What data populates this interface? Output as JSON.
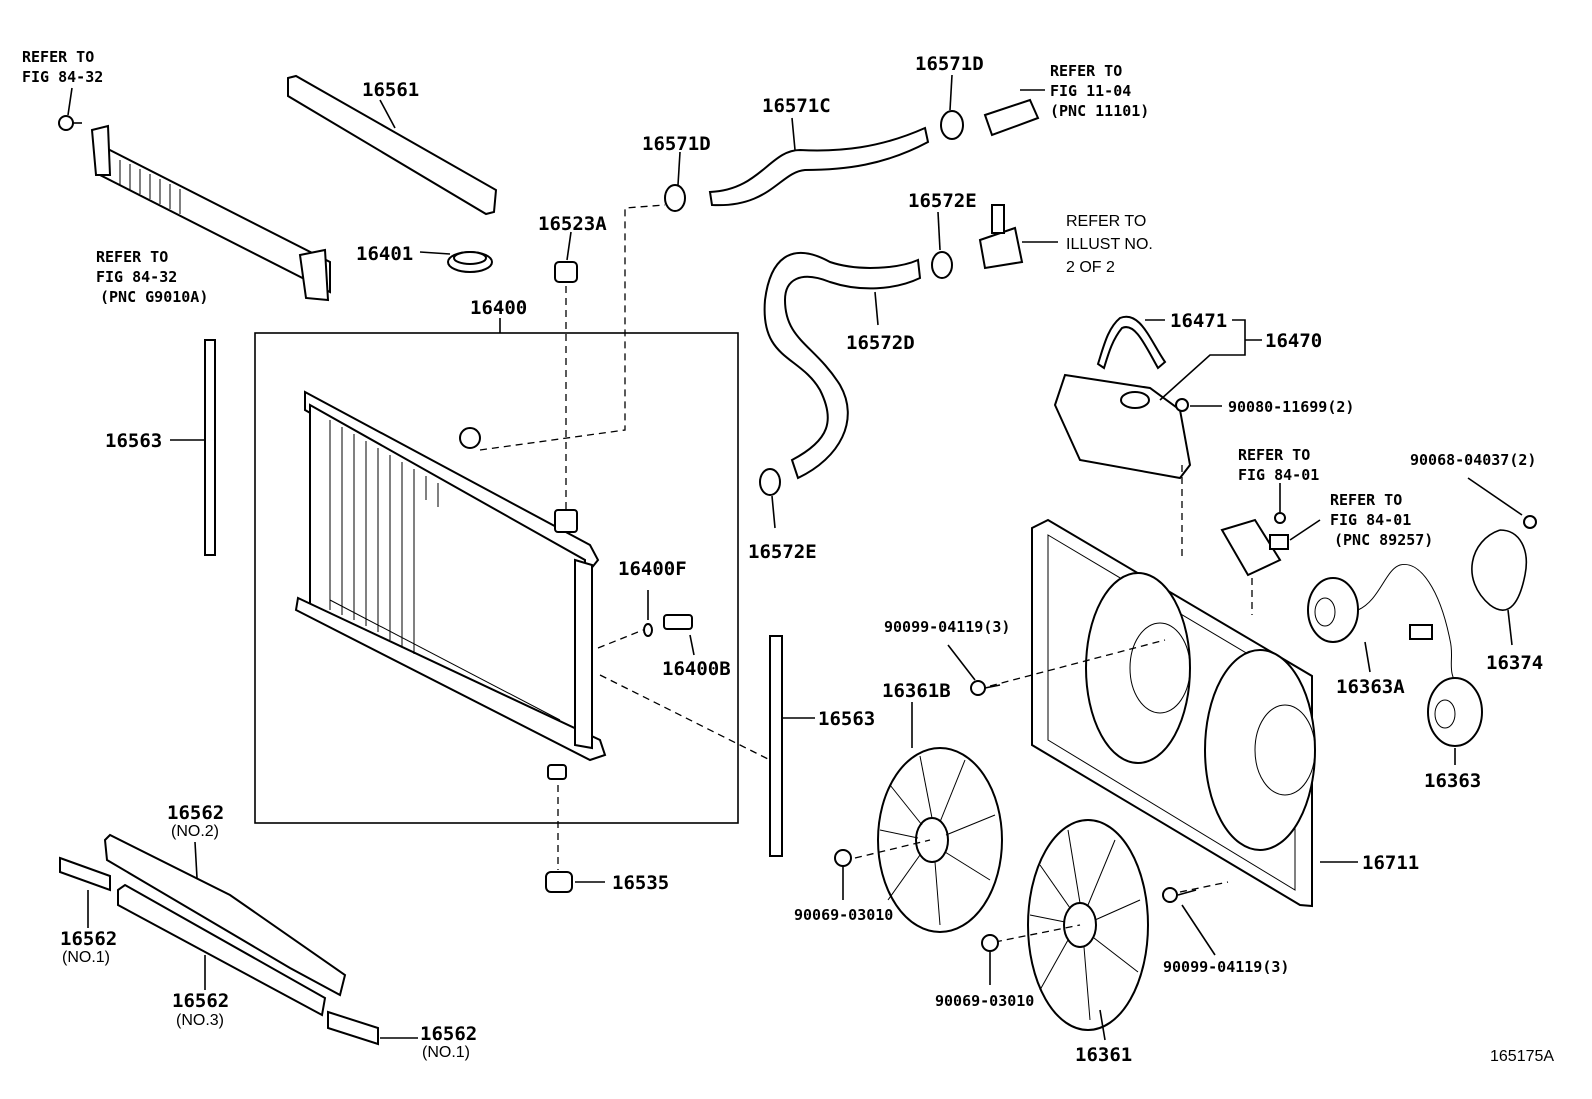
{
  "diagram_id": "165175A",
  "labels": {
    "p16561": "16561",
    "p16401": "16401",
    "p16523A": "16523A",
    "p16400": "16400",
    "p16563a": "16563",
    "p16563b": "16563",
    "p16400F": "16400F",
    "p16400B": "16400B",
    "p16535": "16535",
    "p16571D_a": "16571D",
    "p16571D_b": "16571D",
    "p16571C": "16571C",
    "p16572E_a": "16572E",
    "p16572E_b": "16572E",
    "p16572D": "16572D",
    "p16471": "16471",
    "p16470": "16470",
    "p90080": "90080-11699(2)",
    "p90068": "90068-04037(2)",
    "p90099_a": "90099-04119(3)",
    "p90099_b": "90099-04119(3)",
    "p16361B": "16361B",
    "p16361": "16361",
    "p90069_a": "90069-03010",
    "p90069_b": "90069-03010",
    "p16711": "16711",
    "p16363A": "16363A",
    "p16363": "16363",
    "p16374": "16374",
    "p16562_no2": "16562",
    "p16562_no1a": "16562",
    "p16562_no3": "16562",
    "p16562_no1b": "16562",
    "no2": "(NO.2)",
    "no1a": "(NO.1)",
    "no3": "(NO.3)",
    "no1b": "(NO.1)"
  },
  "refs": {
    "r1_l1": "REFER TO",
    "r1_l2": "FIG 84-32",
    "r2_l1": "REFER TO",
    "r2_l2": "FIG 84-32",
    "r2_l3": "(PNC G9010A)",
    "r3_l1": "REFER TO",
    "r3_l2": "FIG 11-04",
    "r3_l3": "(PNC 11101)",
    "r4_l1": "REFER TO",
    "r4_l2": "ILLUST NO.",
    "r4_l3": "2 OF 2",
    "r5_l1": "REFER TO",
    "r5_l2": "FIG 84-01",
    "r6_l1": "REFER TO",
    "r6_l2": "FIG 84-01",
    "r6_l3": "(PNC 89257)"
  }
}
